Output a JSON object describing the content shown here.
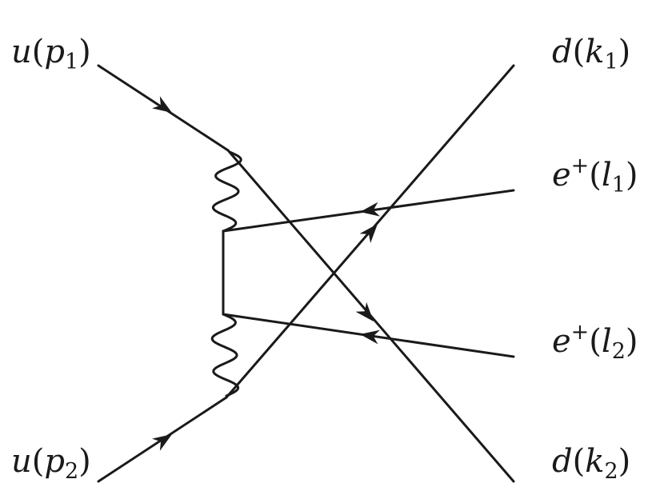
{
  "labels": {
    "in_top": {
      "name": "u",
      "arg": "p",
      "idx": "1"
    },
    "in_bot": {
      "name": "u",
      "arg": "p",
      "idx": "2"
    },
    "out_d1": {
      "name": "d",
      "arg": "k",
      "idx": "1"
    },
    "out_e1": {
      "name": "e",
      "charge": "+",
      "arg": "l",
      "idx": "1"
    },
    "out_e2": {
      "name": "e",
      "charge": "+",
      "arg": "l",
      "idx": "2"
    },
    "out_d2": {
      "name": "d",
      "arg": "k",
      "idx": "2"
    }
  }
}
